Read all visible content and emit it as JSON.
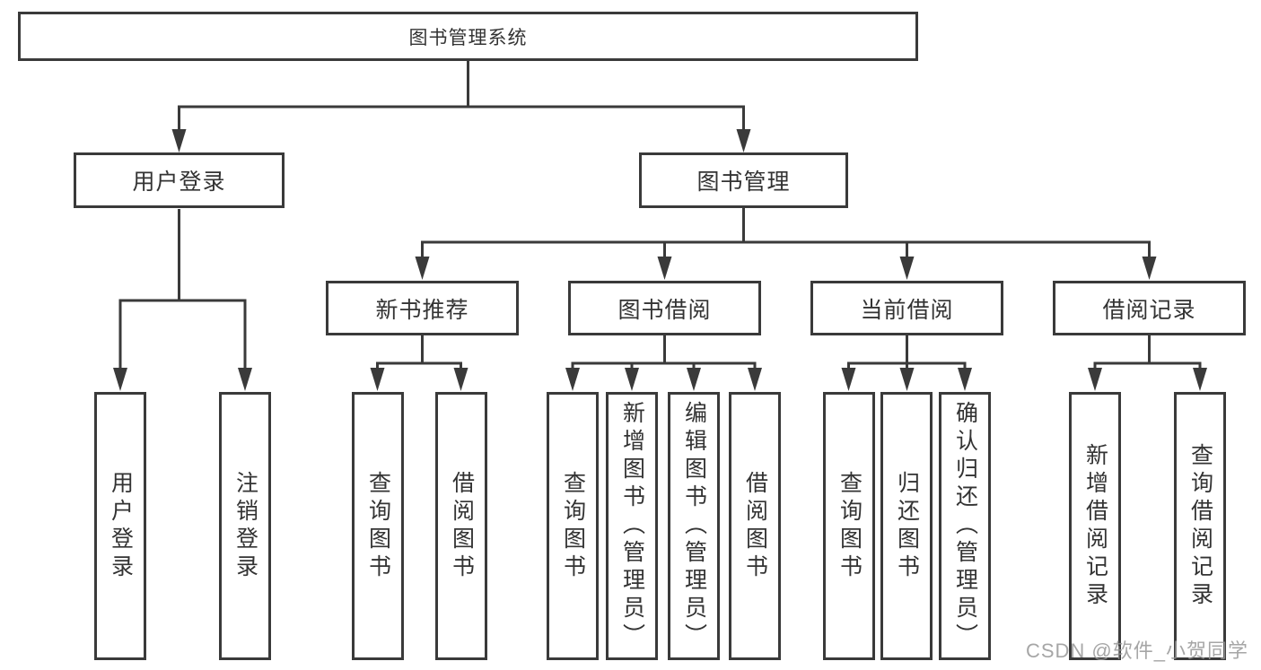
{
  "colors": {
    "line": "#3a3a3a",
    "box_border": "#3a3a3a",
    "box_fill": "#ffffff",
    "text": "#333333",
    "background": "#ffffff",
    "watermark": "#969696"
  },
  "watermark": "CSDN @软件_小贺同学",
  "tree": {
    "root": "图书管理系统",
    "user": {
      "label": "用户登录",
      "children": [
        "用户登录",
        "注销登录"
      ]
    },
    "book": {
      "label": "图书管理",
      "sections": [
        {
          "label": "新书推荐",
          "children": [
            "查询图书",
            "借阅图书"
          ]
        },
        {
          "label": "图书借阅",
          "children": [
            "查询图书",
            "新增图书（管理员）",
            "编辑图书（管理员）",
            "借阅图书"
          ]
        },
        {
          "label": "当前借阅",
          "children": [
            "查询图书",
            "归还图书",
            "确认归还（管理员）"
          ]
        },
        {
          "label": "借阅记录",
          "children": [
            "新增借阅记录",
            "查询借阅记录"
          ]
        }
      ]
    }
  }
}
